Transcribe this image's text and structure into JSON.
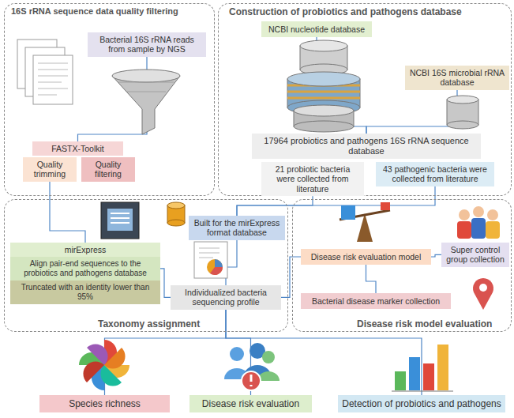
{
  "diagram": {
    "nodes": [
      {
        "text": [
          "16S rRNA sequence data quality filtering"
        ]
      },
      {
        "text": [
          "Bacterial 16S rRNA reads from sample by NGS"
        ],
        "in": 0
      },
      {
        "text": [
          "FASTX-Toolkit"
        ],
        "in": 0
      },
      {
        "text": [
          "Quality trimming"
        ],
        "in": 0
      },
      {
        "text": [
          "Quality filtering"
        ],
        "in": 0
      },
      {
        "text": [
          "Construction of probiotics and pathogens database"
        ]
      },
      {
        "text": [
          "NCBI nucleotide database"
        ],
        "in": 5
      },
      {
        "text": [
          "NCBI 16S microbial rRNA database"
        ],
        "in": 5
      },
      {
        "text": [
          "17964 probiotics and pathogens 16S rRNA sequence database"
        ],
        "in": 5
      },
      {
        "text": [
          "21 probiotic bacteria were collected from literature"
        ],
        "in": 5
      },
      {
        "text": [
          "43 pathogenic bacteria were collected from literature"
        ],
        "in": 5
      },
      {
        "text": [
          "Taxonomy assignment"
        ]
      },
      {
        "text": [
          "Built for the mirExpress format database"
        ],
        "in": 11
      },
      {
        "text": [
          "mirExpress"
        ],
        "in": 11
      },
      {
        "text": [
          "Align pair-end sequences to the probiotics and pathogens database"
        ],
        "in": 11
      },
      {
        "text": [
          "Truncated with an identity lower than 95%"
        ],
        "in": 11
      },
      {
        "text": [
          "Individualized bacteria sequencing profile"
        ],
        "in": 11
      },
      {
        "text": [
          "Disease risk model evaluation"
        ]
      },
      {
        "text": [
          "Disease risk evaluation model"
        ],
        "in": 17
      },
      {
        "text": [
          "Super control group collection"
        ],
        "in": 17
      },
      {
        "text": [
          "Bacterial disease marker collection"
        ],
        "in": 17
      },
      {
        "text": [
          "Species richness"
        ]
      },
      {
        "text": [
          "Disease risk evaluation"
        ]
      },
      {
        "text": [
          "Detection of probiotics and pathogens"
        ]
      }
    ],
    "edges": [
      {
        "from": 1,
        "to": 2,
        "arrow": "none"
      },
      {
        "from": 3,
        "to": 13,
        "arrow": "none"
      },
      {
        "from": 6,
        "to": 8,
        "arrow": "none"
      },
      {
        "from": 7,
        "to": 8,
        "arrow": "none"
      },
      {
        "from": 9,
        "to": 12,
        "arrow": "none"
      },
      {
        "from": 10,
        "to": 12,
        "arrow": "none"
      },
      {
        "from": 12,
        "to": 16,
        "arrow": "none"
      },
      {
        "from": 14,
        "to": 16,
        "arrow": "none"
      },
      {
        "from": 16,
        "to": 18,
        "arrow": "none"
      },
      {
        "from": 18,
        "to": 19,
        "arrow": "none"
      },
      {
        "from": 18,
        "to": 20,
        "arrow": "none"
      },
      {
        "from": 16,
        "to": 21,
        "arrow": "none"
      },
      {
        "from": 16,
        "to": 22,
        "arrow": "none"
      },
      {
        "from": 16,
        "to": 23,
        "arrow": "none"
      }
    ]
  }
}
